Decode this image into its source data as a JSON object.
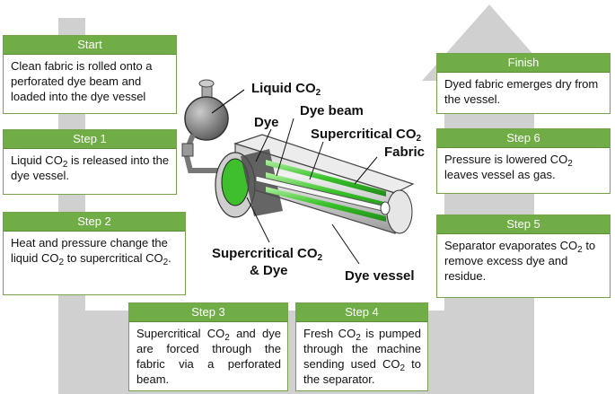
{
  "colors": {
    "header_green": "#70ad47",
    "flow_arrow_gray": "#cfcfcf",
    "fabric_green": "#39c22a",
    "vessel_gray": "#d9d9d9"
  },
  "steps": {
    "start": {
      "title": "Start",
      "text": "Clean fabric is rolled onto a perforated dye beam and loaded into the dye vessel"
    },
    "step1": {
      "title": "Step 1",
      "t1": "Liquid CO",
      "t2": " is released into the dye vessel."
    },
    "step2": {
      "title": "Step 2",
      "t1": "Heat and pressure change the liquid CO",
      "t2": " to supercritical CO",
      "t3": "."
    },
    "step3": {
      "title": "Step 3",
      "t1": "Supercritical CO",
      "t2": " and dye are forced through the fabric via a perforated beam."
    },
    "step4": {
      "title": "Step 4",
      "t1": "Fresh CO",
      "t2": " is pumped through the machine sending used CO",
      "t3": " to the separator."
    },
    "step5": {
      "title": "Step 5",
      "t1": "Separator evaporates CO",
      "t2": " to remove excess dye and residue."
    },
    "step6": {
      "title": "Step 6",
      "t1": "Pressure is lowered CO",
      "t2": " leaves vessel as gas."
    },
    "finish": {
      "title": "Finish",
      "text": "Dyed fabric emerges dry from the vessel."
    }
  },
  "labels": {
    "liquid_co2": "Liquid CO",
    "dye": "Dye",
    "dye_beam": "Dye beam",
    "supercritical_co2": "Supercritical CO",
    "fabric": "Fabric",
    "supercritical_dye_1": "Supercritical CO",
    "supercritical_dye_2": "& Dye",
    "dye_vessel": "Dye vessel",
    "sub2": "2"
  }
}
